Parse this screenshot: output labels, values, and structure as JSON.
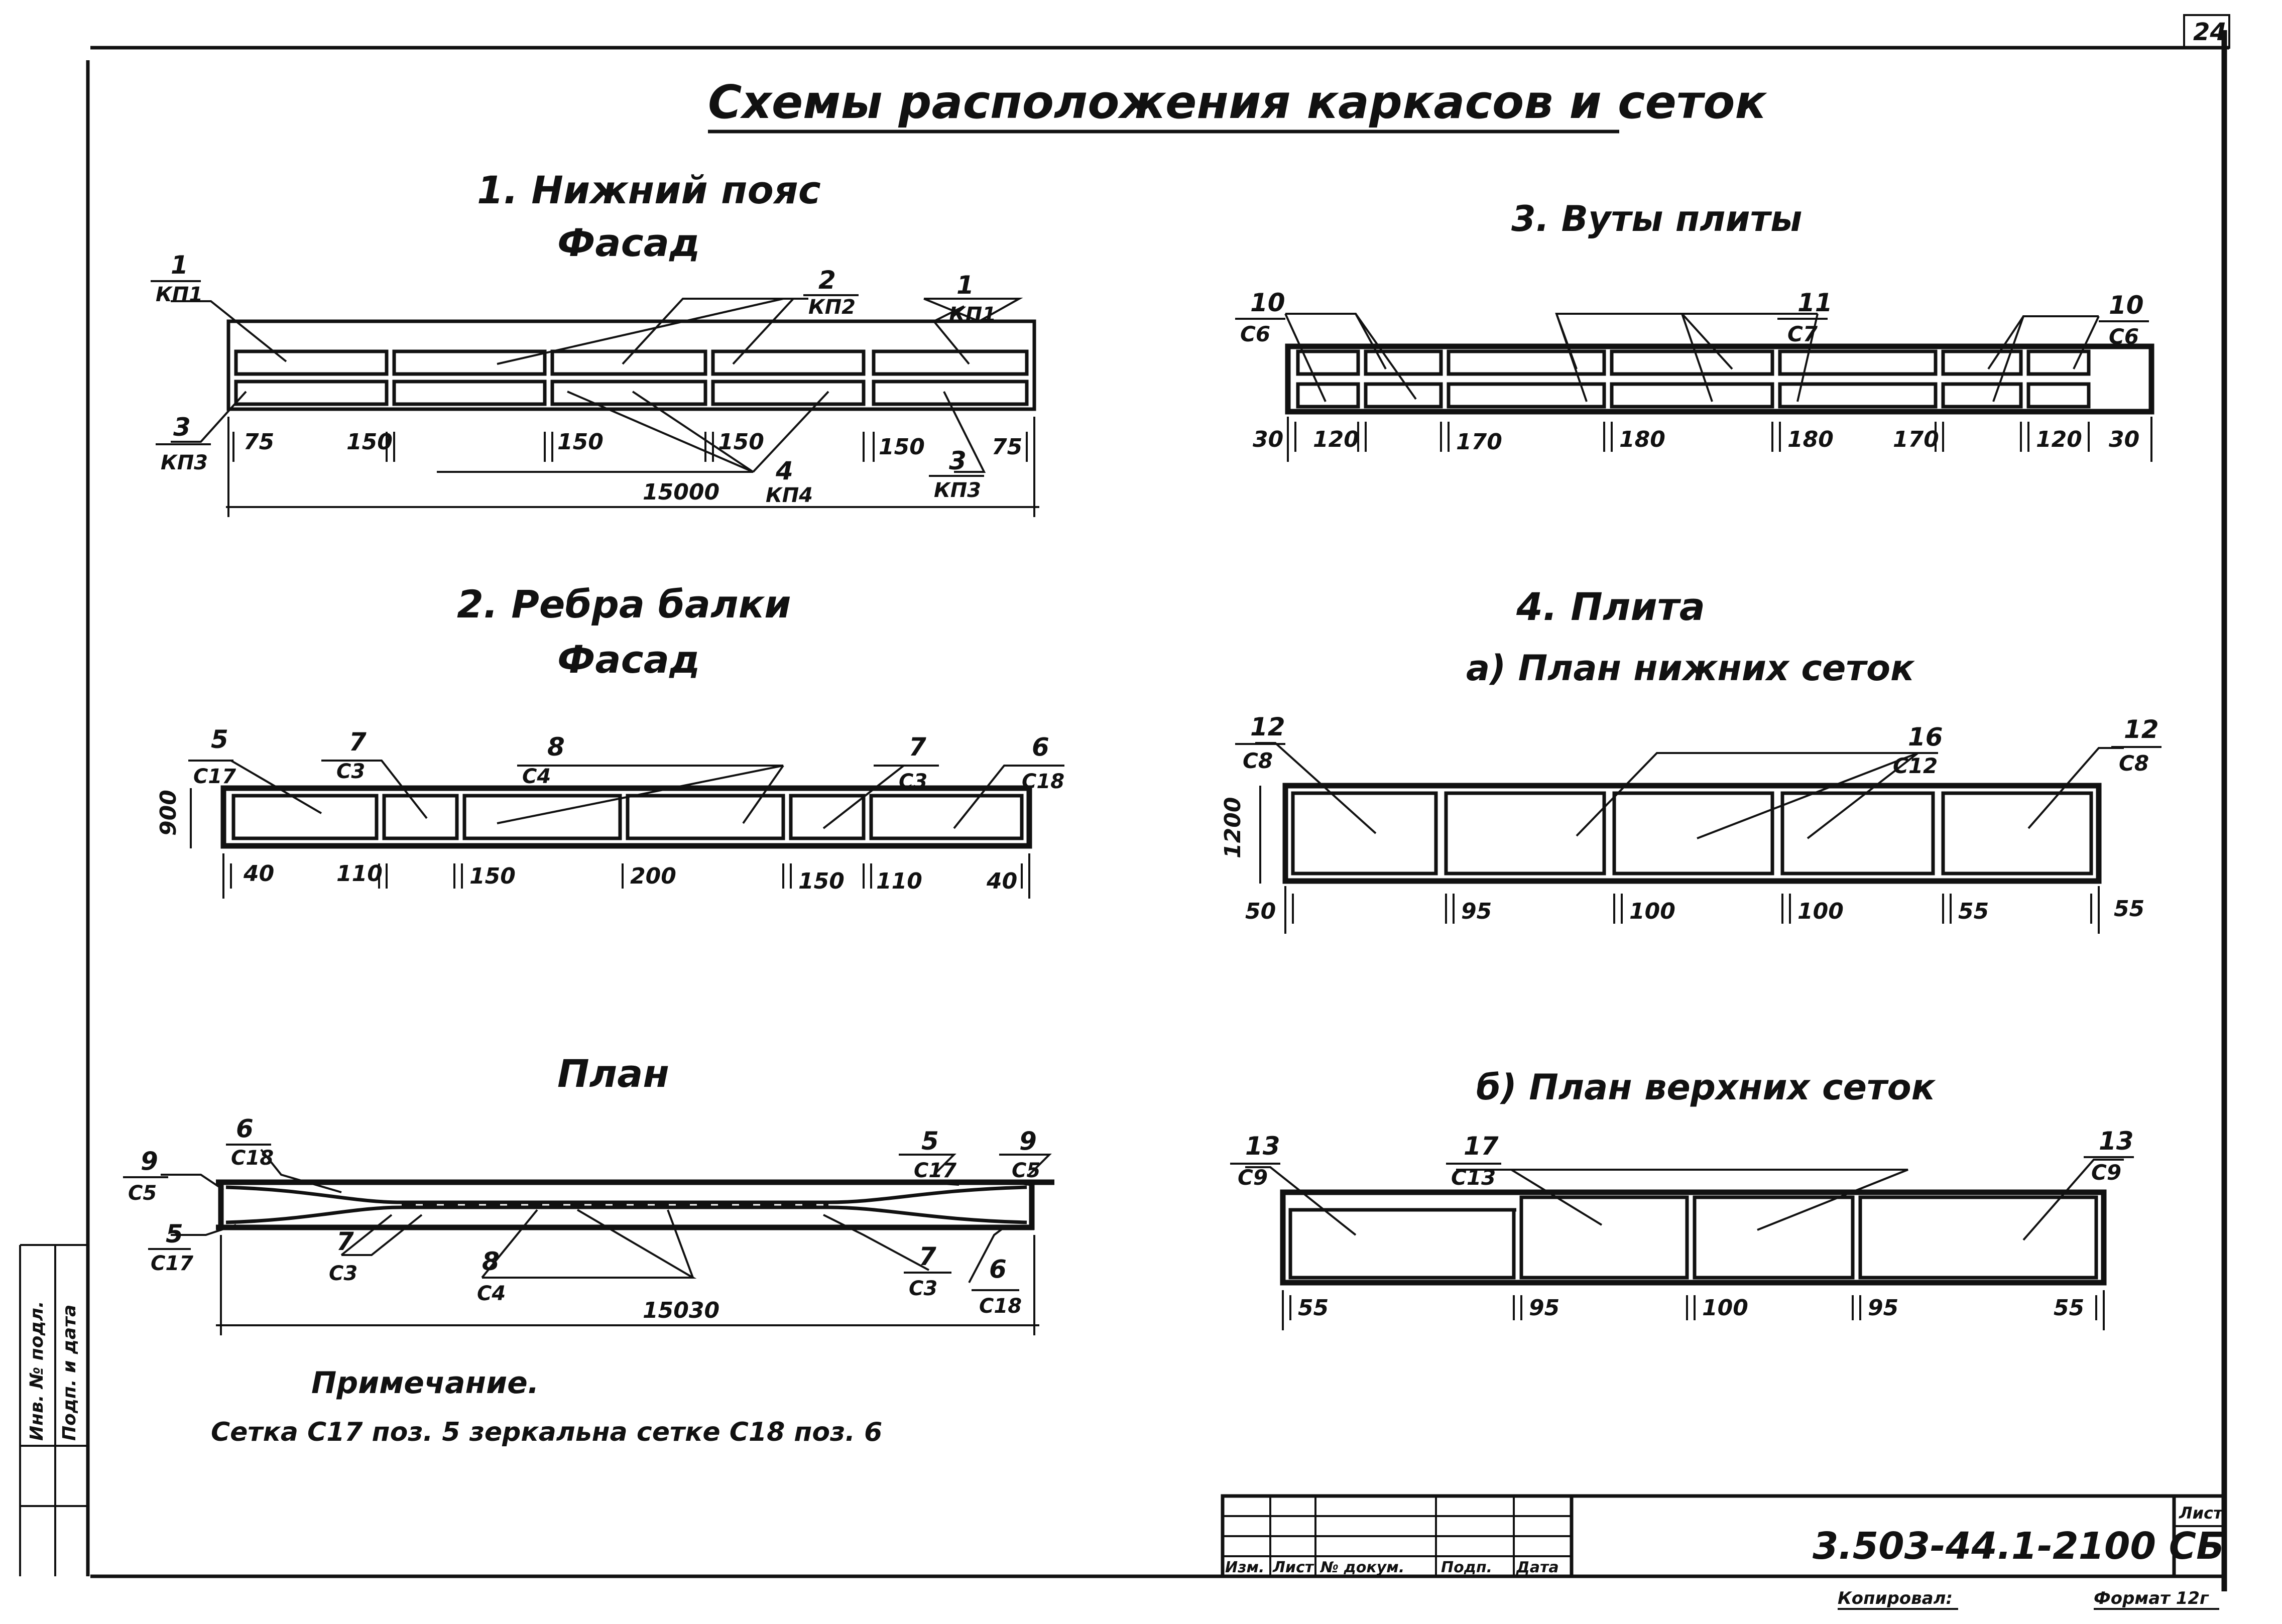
{
  "sheet": {
    "title": "Схемы расположения каркасов и сеток",
    "page_corner": "24"
  },
  "sec1": {
    "title": "1. Нижний пояс",
    "subtitle": "Фасад",
    "tags": [
      {
        "num": "1",
        "code": "КП1"
      },
      {
        "num": "2",
        "code": "КП2"
      },
      {
        "num": "1",
        "code": "КП1"
      },
      {
        "num": "3",
        "code": "КП3"
      },
      {
        "num": "4",
        "code": "КП4"
      },
      {
        "num": "3",
        "code": "КП3"
      }
    ],
    "dims": [
      "75",
      "150",
      "150",
      "150",
      "150",
      "75"
    ],
    "total": "15000"
  },
  "sec2": {
    "title": "2. Ребра балки",
    "subtitle": "Фасад",
    "height": "900",
    "tags": [
      {
        "num": "5",
        "code": "С17"
      },
      {
        "num": "7",
        "code": "С3"
      },
      {
        "num": "8",
        "code": "С4"
      },
      {
        "num": "7",
        "code": "С3"
      },
      {
        "num": "6",
        "code": "С18"
      }
    ],
    "dims": [
      "40",
      "110",
      "150",
      "200",
      "150",
      "110",
      "40"
    ]
  },
  "sec2plan": {
    "title": "План",
    "tags": [
      {
        "num": "6",
        "code": "С18"
      },
      {
        "num": "9",
        "code": "С5"
      },
      {
        "num": "5",
        "code": "С17"
      },
      {
        "num": "7",
        "code": "С3"
      },
      {
        "num": "8",
        "code": "С4"
      },
      {
        "num": "5",
        "code": "С17"
      },
      {
        "num": "9",
        "code": "С5"
      },
      {
        "num": "7",
        "code": "С3"
      },
      {
        "num": "6",
        "code": "С18"
      }
    ],
    "total": "15030"
  },
  "note": {
    "title": "Примечание.",
    "text": "Сетка С17 поз. 5 зеркальна сетке С18 поз. 6"
  },
  "sec3": {
    "title": "3. Вуты плиты",
    "tags": [
      {
        "num": "10",
        "code": "С6"
      },
      {
        "num": "11",
        "code": "С7"
      },
      {
        "num": "10",
        "code": "С6"
      }
    ],
    "dims": [
      "30",
      "120",
      "170",
      "180",
      "180",
      "170",
      "120",
      "30"
    ]
  },
  "sec4": {
    "title": "4. Плита",
    "sub_a": "а) План нижних сеток",
    "sub_b": "б) План верхних сеток",
    "a_height": "1200",
    "a_tags": [
      {
        "num": "12",
        "code": "С8"
      },
      {
        "num": "16",
        "code": "С12"
      },
      {
        "num": "12",
        "code": "С8"
      }
    ],
    "a_dims": [
      "50",
      "95",
      "100",
      "100",
      "55",
      "55"
    ],
    "b_tags": [
      {
        "num": "13",
        "code": "С9"
      },
      {
        "num": "17",
        "code": "С13"
      },
      {
        "num": "13",
        "code": "С9"
      }
    ],
    "b_dims": [
      "55",
      "95",
      "100",
      "95",
      "55"
    ]
  },
  "stamp": {
    "code": "3.503-44.1-2100 СБ",
    "sheet_label": "Лист",
    "cols": [
      "Изм.",
      "Лист",
      "№ докум.",
      "Подп.",
      "Дата"
    ],
    "copied": "Копировал:",
    "format": "Формат 12г"
  },
  "side": {
    "label1": "Инв. № подл.",
    "label2": "Подп. и дата"
  }
}
